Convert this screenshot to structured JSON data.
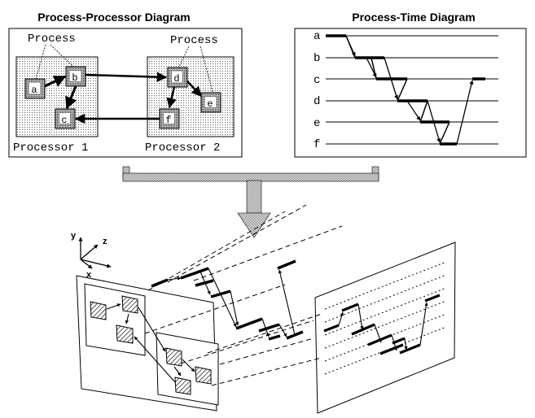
{
  "titles": {
    "process_processor": "Process-Processor Diagram",
    "process_time": "Process-Time Diagram"
  },
  "labels": {
    "process_left": "Process",
    "process_right": "Process",
    "processor_1": "Processor 1",
    "processor_2": "Processor 2"
  },
  "processes": {
    "a": "a",
    "b": "b",
    "c": "c",
    "d": "d",
    "e": "e",
    "f": "f"
  },
  "rows": [
    "a",
    "b",
    "c",
    "d",
    "e",
    "f"
  ],
  "axes": {
    "x": "x",
    "y": "y",
    "z": "z"
  }
}
